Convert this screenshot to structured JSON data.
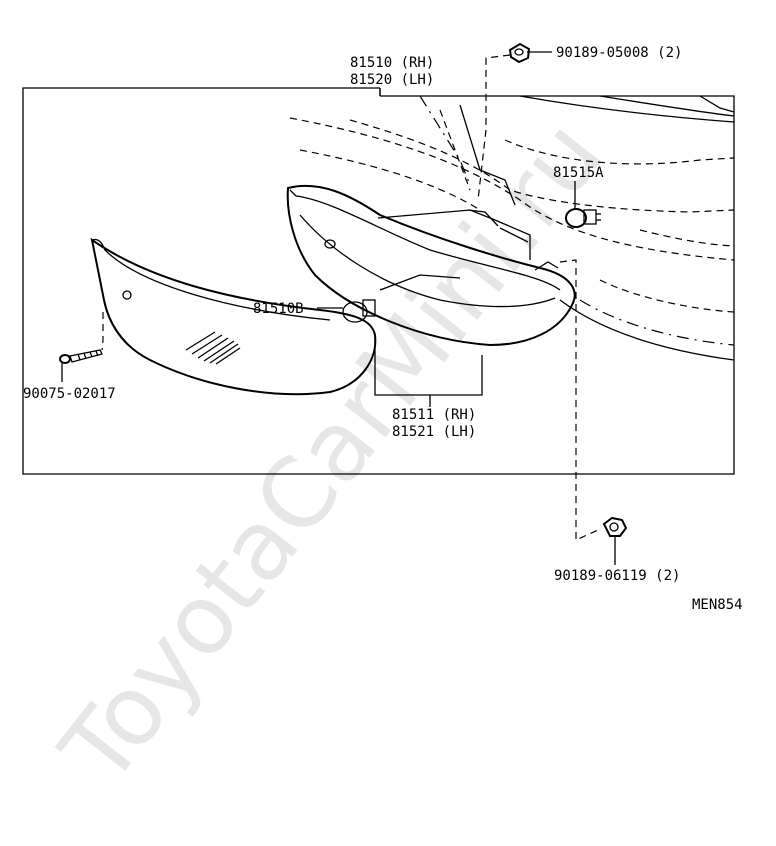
{
  "watermark": "ToyotaCarMini.ru",
  "labels": {
    "lamp_rh": "81510 (RH)",
    "lamp_lh": "81520 (LH)",
    "nut_top": "90189-05008 (2)",
    "socket": "81515A",
    "bulb": "81510B",
    "lens_rh": "81511 (RH)",
    "lens_lh": "81521 (LH)",
    "screw": "90075-02017",
    "nut_bottom": "90189-06119 (2)",
    "figure_code": "MEN854"
  }
}
